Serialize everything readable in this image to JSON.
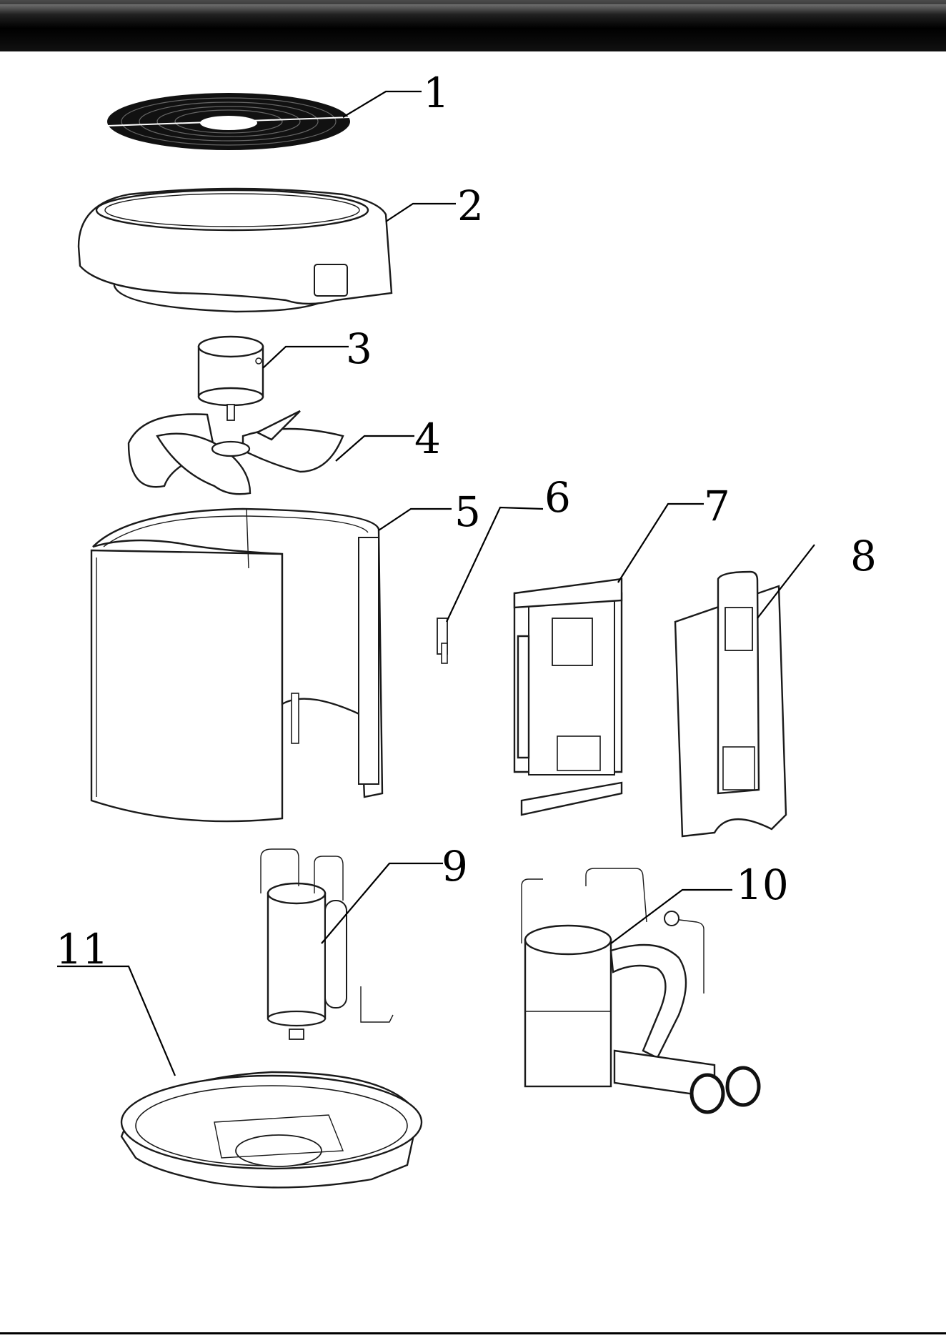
{
  "diagram": {
    "type": "exploded-parts",
    "callouts": [
      "1",
      "2",
      "3",
      "4",
      "5",
      "6",
      "7",
      "8",
      "9",
      "10",
      "11"
    ]
  },
  "colors": {
    "header": "#000000",
    "line": "#000000",
    "background": "#ffffff"
  }
}
